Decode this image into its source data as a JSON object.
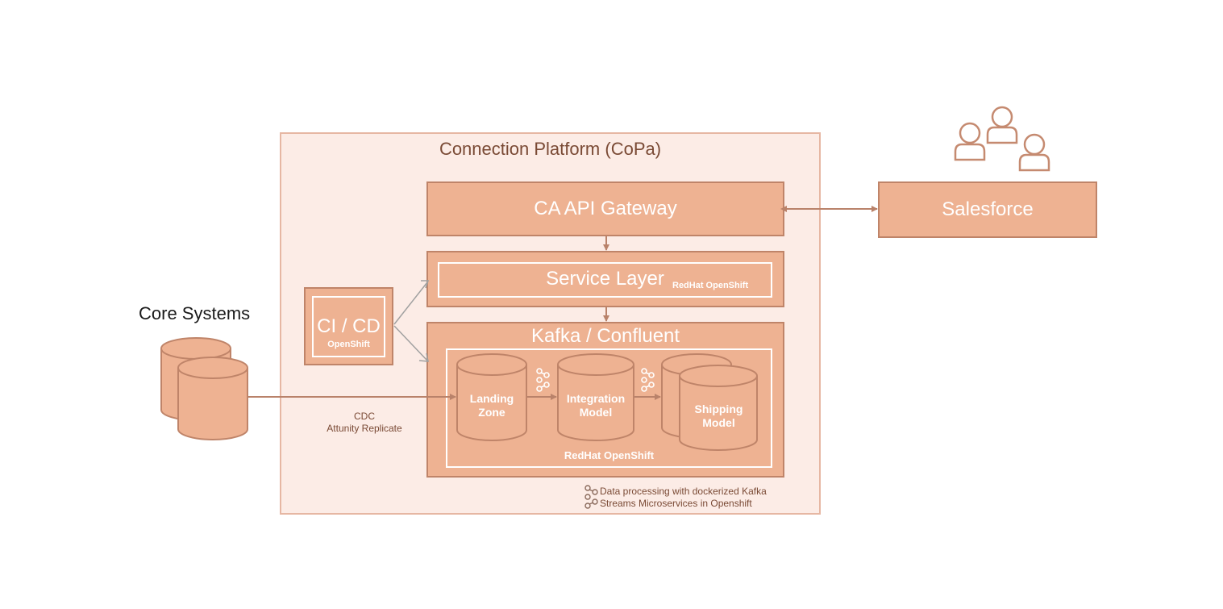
{
  "diagram": {
    "platform_title": "Connection Platform (CoPa)",
    "gateway_label": "CA API Gateway",
    "salesforce_label": "Salesforce",
    "service_layer_label": "Service Layer",
    "service_layer_tag": "RedHat OpenShift",
    "cicd_label": "CI / CD",
    "cicd_tag": "OpenShift",
    "kafka_label": "Kafka / Confluent",
    "kafka_tag": "RedHat OpenShift",
    "landing_zone_lines": [
      "Landing",
      "Zone"
    ],
    "integration_model_lines": [
      "Integration",
      "Model"
    ],
    "shipping_model_lines": [
      "Shipping",
      "Model"
    ],
    "core_systems_label": "Core Systems",
    "cdc_lines": [
      "CDC",
      "Attunity Replicate"
    ],
    "legend_lines": [
      "Data processing with dockerized Kafka",
      "Streams Microservices in Openshift"
    ]
  },
  "colors": {
    "box_fill": "#eeb292",
    "box_border": "#bf8469",
    "platform_fill": "#fcece6",
    "connector": "#b9826a",
    "icon_stroke": "#c58a70"
  },
  "icons": {
    "users": "users-group-icon",
    "kafka": "kafka-streams-icon"
  }
}
